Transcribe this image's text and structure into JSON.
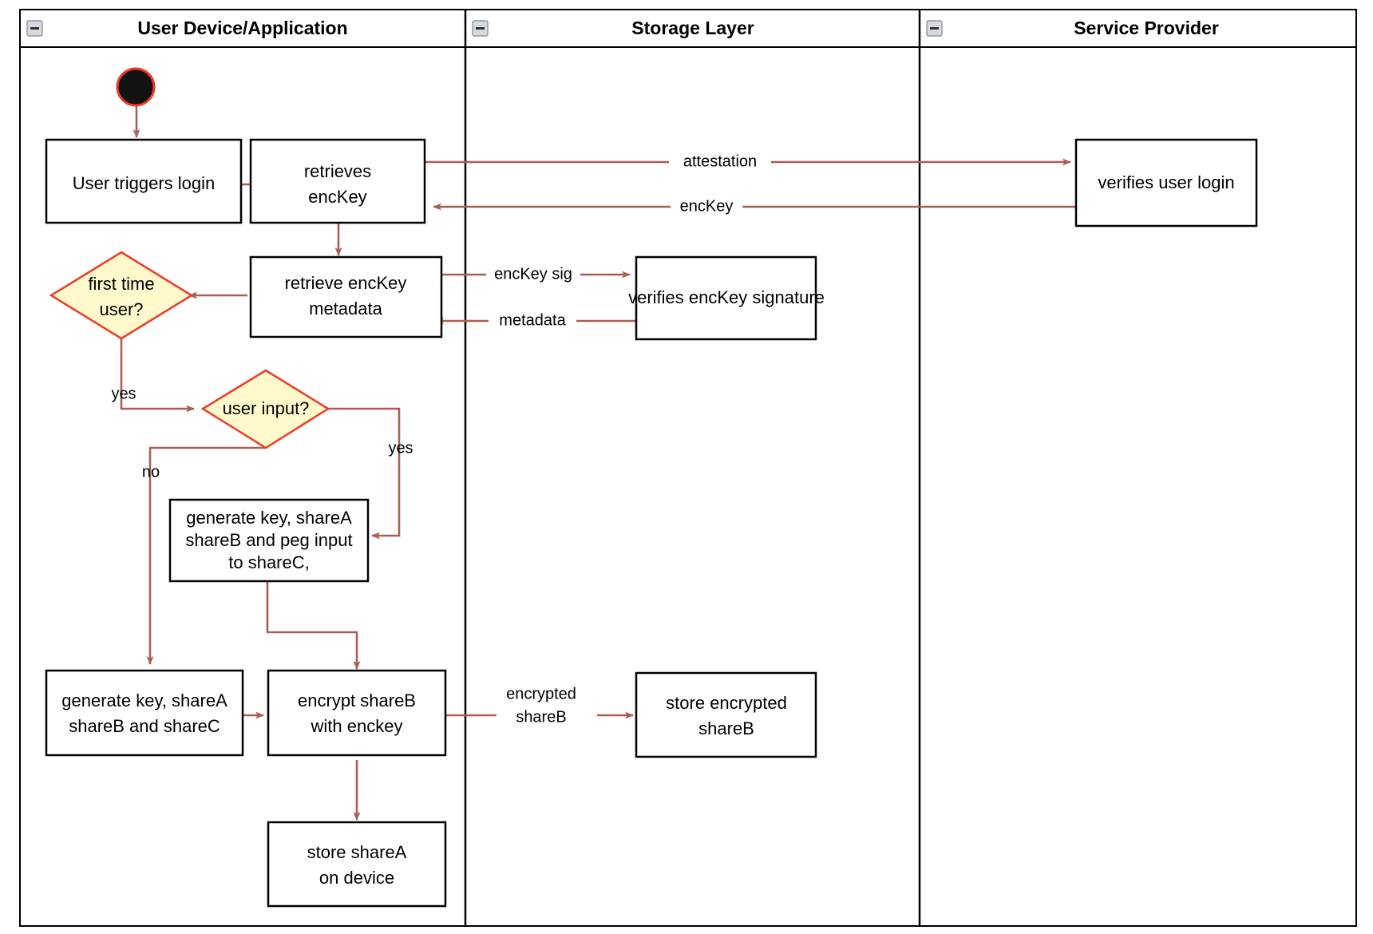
{
  "diagram": {
    "type": "uml-activity-swimlane",
    "title": "Login / key-share provisioning activity diagram",
    "colors": {
      "edge": "#a85f54",
      "decision_fill": "#fff9cc",
      "decision_stroke": "#ef3b24",
      "node_fill": "#ffffff",
      "node_stroke": "#000000",
      "start_fill": "#121212",
      "start_stroke": "#ef3b24",
      "frame": "#000000"
    }
  },
  "lanes": [
    {
      "id": "user-device",
      "title": "User Device/Application",
      "collapse_icon": "collapse-minus-icon"
    },
    {
      "id": "storage-layer",
      "title": "Storage Layer",
      "collapse_icon": "collapse-minus-icon"
    },
    {
      "id": "service-provider",
      "title": "Service Provider",
      "collapse_icon": "collapse-minus-icon"
    }
  ],
  "nodes": [
    {
      "id": "start",
      "lane": "user-device",
      "shape": "initial-node",
      "label": ""
    },
    {
      "id": "user-triggers-login",
      "lane": "user-device",
      "shape": "activity",
      "label": "User triggers login",
      "lines": [
        "User triggers login"
      ]
    },
    {
      "id": "retrieves-enckey",
      "lane": "user-device",
      "shape": "activity",
      "label": "retrieves encKey",
      "lines": [
        "retrieves",
        "encKey"
      ]
    },
    {
      "id": "retrieve-enckey-metadata",
      "lane": "user-device",
      "shape": "activity",
      "label": "retrieve encKey metadata",
      "lines": [
        "retrieve encKey",
        "metadata"
      ]
    },
    {
      "id": "first-time-user",
      "lane": "user-device",
      "shape": "decision",
      "label": "first time user?",
      "lines": [
        "first time",
        "user?"
      ]
    },
    {
      "id": "user-input",
      "lane": "user-device",
      "shape": "decision",
      "label": "user input?",
      "lines": [
        "user input?"
      ]
    },
    {
      "id": "generate-key-peg",
      "lane": "user-device",
      "shape": "activity",
      "label": "generate key, shareA shareB and peg input to shareC,",
      "lines": [
        "generate key, shareA",
        "shareB and peg input",
        "to shareC,"
      ]
    },
    {
      "id": "generate-key-shares",
      "lane": "user-device",
      "shape": "activity",
      "label": "generate key, shareA shareB and shareC",
      "lines": [
        "generate key, shareA",
        "shareB and shareC"
      ]
    },
    {
      "id": "encrypt-shareb",
      "lane": "user-device",
      "shape": "activity",
      "label": "encrypt shareB with enckey",
      "lines": [
        "encrypt shareB",
        "with enckey"
      ]
    },
    {
      "id": "store-sharea",
      "lane": "user-device",
      "shape": "activity",
      "label": "store shareA on device",
      "lines": [
        "store shareA",
        "on device"
      ]
    },
    {
      "id": "verifies-enckey-signature",
      "lane": "storage-layer",
      "shape": "activity",
      "label": "verifies encKey signature",
      "lines": [
        "verifies encKey signature"
      ]
    },
    {
      "id": "store-encrypted-shareb",
      "lane": "storage-layer",
      "shape": "activity",
      "label": "store encrypted shareB",
      "lines": [
        "store encrypted",
        "shareB"
      ]
    },
    {
      "id": "verifies-user-login",
      "lane": "service-provider",
      "shape": "activity",
      "label": "verifies user login",
      "lines": [
        "verifies user login"
      ]
    }
  ],
  "edges": [
    {
      "id": "start-to-login",
      "from": "start",
      "to": "user-triggers-login",
      "label": ""
    },
    {
      "id": "login-to-retrieves",
      "from": "user-triggers-login",
      "to": "retrieves-enckey",
      "label": ""
    },
    {
      "id": "retrieves-to-verifies-login",
      "from": "retrieves-enckey",
      "to": "verifies-user-login",
      "label": "attestation"
    },
    {
      "id": "verifies-login-to-retrieves",
      "from": "verifies-user-login",
      "to": "retrieves-enckey",
      "label": "encKey"
    },
    {
      "id": "retrieves-to-metadata",
      "from": "retrieves-enckey",
      "to": "retrieve-enckey-metadata",
      "label": ""
    },
    {
      "id": "metadata-to-verifies-sig",
      "from": "retrieve-enckey-metadata",
      "to": "verifies-enckey-signature",
      "label": "encKey sig"
    },
    {
      "id": "verifies-sig-to-metadata",
      "from": "verifies-enckey-signature",
      "to": "retrieve-enckey-metadata",
      "label": "metadata"
    },
    {
      "id": "metadata-to-first-time",
      "from": "retrieve-enckey-metadata",
      "to": "first-time-user",
      "label": ""
    },
    {
      "id": "first-time-to-user-input",
      "from": "first-time-user",
      "to": "user-input",
      "label": "yes"
    },
    {
      "id": "user-input-no",
      "from": "user-input",
      "to": "generate-key-shares",
      "label": "no"
    },
    {
      "id": "user-input-yes",
      "from": "user-input",
      "to": "generate-key-peg",
      "label": "yes"
    },
    {
      "id": "peg-to-encrypt",
      "from": "generate-key-peg",
      "to": "encrypt-shareb",
      "label": ""
    },
    {
      "id": "shares-to-encrypt",
      "from": "generate-key-shares",
      "to": "encrypt-shareb",
      "label": ""
    },
    {
      "id": "encrypt-to-store-encrypted",
      "from": "encrypt-shareb",
      "to": "store-encrypted-shareb",
      "label": "encrypted shareB",
      "label_lines": [
        "encrypted",
        "shareB"
      ]
    },
    {
      "id": "encrypt-to-store-sharea",
      "from": "encrypt-shareb",
      "to": "store-sharea",
      "label": ""
    }
  ],
  "edge_labels": {
    "attestation": "attestation",
    "enckey": "encKey",
    "enckey_sig": "encKey sig",
    "metadata": "metadata",
    "yes_first_time": "yes",
    "no_user_input": "no",
    "yes_user_input": "yes",
    "encrypted_line1": "encrypted",
    "encrypted_line2": "shareB"
  }
}
